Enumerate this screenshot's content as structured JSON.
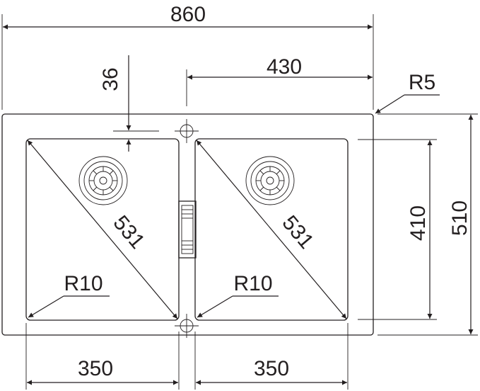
{
  "dimensions": {
    "overall_width": "860",
    "half_width": "430",
    "bowl_offset": "36",
    "corner_radius_outer": "R5",
    "overall_depth": "510",
    "bowl_depth": "410",
    "left_bowl_diagonal": "531",
    "right_bowl_diagonal": "531",
    "left_bowl_radius": "R10",
    "right_bowl_radius": "R10",
    "left_bowl_width": "350",
    "right_bowl_width": "350"
  },
  "colors": {
    "line": "#231f20",
    "background": "#ffffff"
  }
}
